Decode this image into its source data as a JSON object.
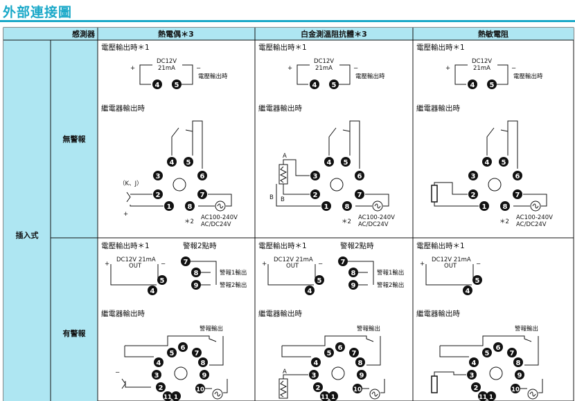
{
  "title": "外部連接圖",
  "header": {
    "sensor": "感測器",
    "thermocouple": "熱電偶＊3",
    "rtd": "白金測溫阻抗體＊3",
    "thermistor": "熱敏電阻"
  },
  "rows": {
    "plug_in": "插入式",
    "no_alarm": "無警報",
    "with_alarm": "有警報"
  },
  "labels": {
    "current_output": "電壓輸出時＊1",
    "relay_output": "繼電器輸出時",
    "alarm_2pt": "警報2點時",
    "alarm_output": "警報輸出",
    "dc12v": "DC12V",
    "ma21": "21mA",
    "dc_combo": "DC12V  21mA",
    "out": "OUT",
    "voltage_out": "電壓輸出時",
    "alarm1_out": "警報1輸出",
    "alarm2_out": "警報2輸出",
    "kj": "（K、J）",
    "note2": "＊2",
    "ac1": "AC100-240V",
    "ac2": "AC/DC24V",
    "plus": "+",
    "minus": "−",
    "a": "A",
    "b": "B"
  },
  "pins": [
    "1",
    "2",
    "3",
    "4",
    "5",
    "6",
    "7",
    "8",
    "9",
    "10",
    "11"
  ]
}
